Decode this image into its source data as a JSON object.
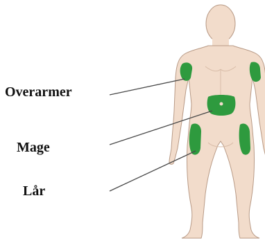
{
  "labels": {
    "upper_arms": "Overarmer",
    "abdomen": "Mage",
    "thighs": "Lår"
  },
  "colors": {
    "skin": "#f2dccb",
    "skin_outline": "#b89a86",
    "injection_area": "#2e9a3e",
    "leader_line": "#4a4a4a",
    "text": "#111111"
  },
  "icons": {
    "figure": "human-body-front-icon"
  }
}
